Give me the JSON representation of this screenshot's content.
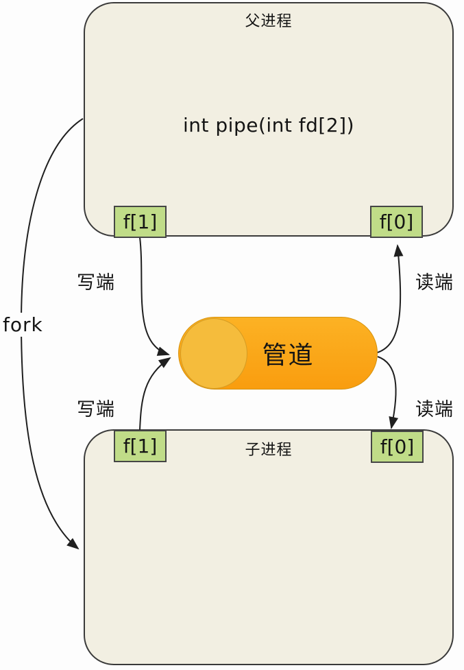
{
  "diagram": {
    "parent_process": {
      "title": "父进程",
      "code": "int pipe(int fd[2])",
      "write_fd": "f[1]",
      "read_fd": "f[0]"
    },
    "child_process": {
      "title": "子进程",
      "write_fd": "f[1]",
      "read_fd": "f[0]"
    },
    "pipe": {
      "label": "管道"
    },
    "labels": {
      "fork": "fork",
      "parent_write": "写端",
      "parent_read": "读端",
      "child_write": "写端",
      "child_read": "读端"
    },
    "colors": {
      "process_fill": "#f2efe2",
      "process_border": "#3a3a3a",
      "fd_fill": "#c0dc88",
      "fd_border": "#454545",
      "pipe_body_top": "#fcb224",
      "pipe_body_bottom": "#f99d0f",
      "pipe_cap": "#f5bc3c",
      "pipe_outline": "#d6930e",
      "arrow": "#1f1f1f",
      "text": "#141414",
      "page_bg": "#fdfdfd"
    }
  }
}
